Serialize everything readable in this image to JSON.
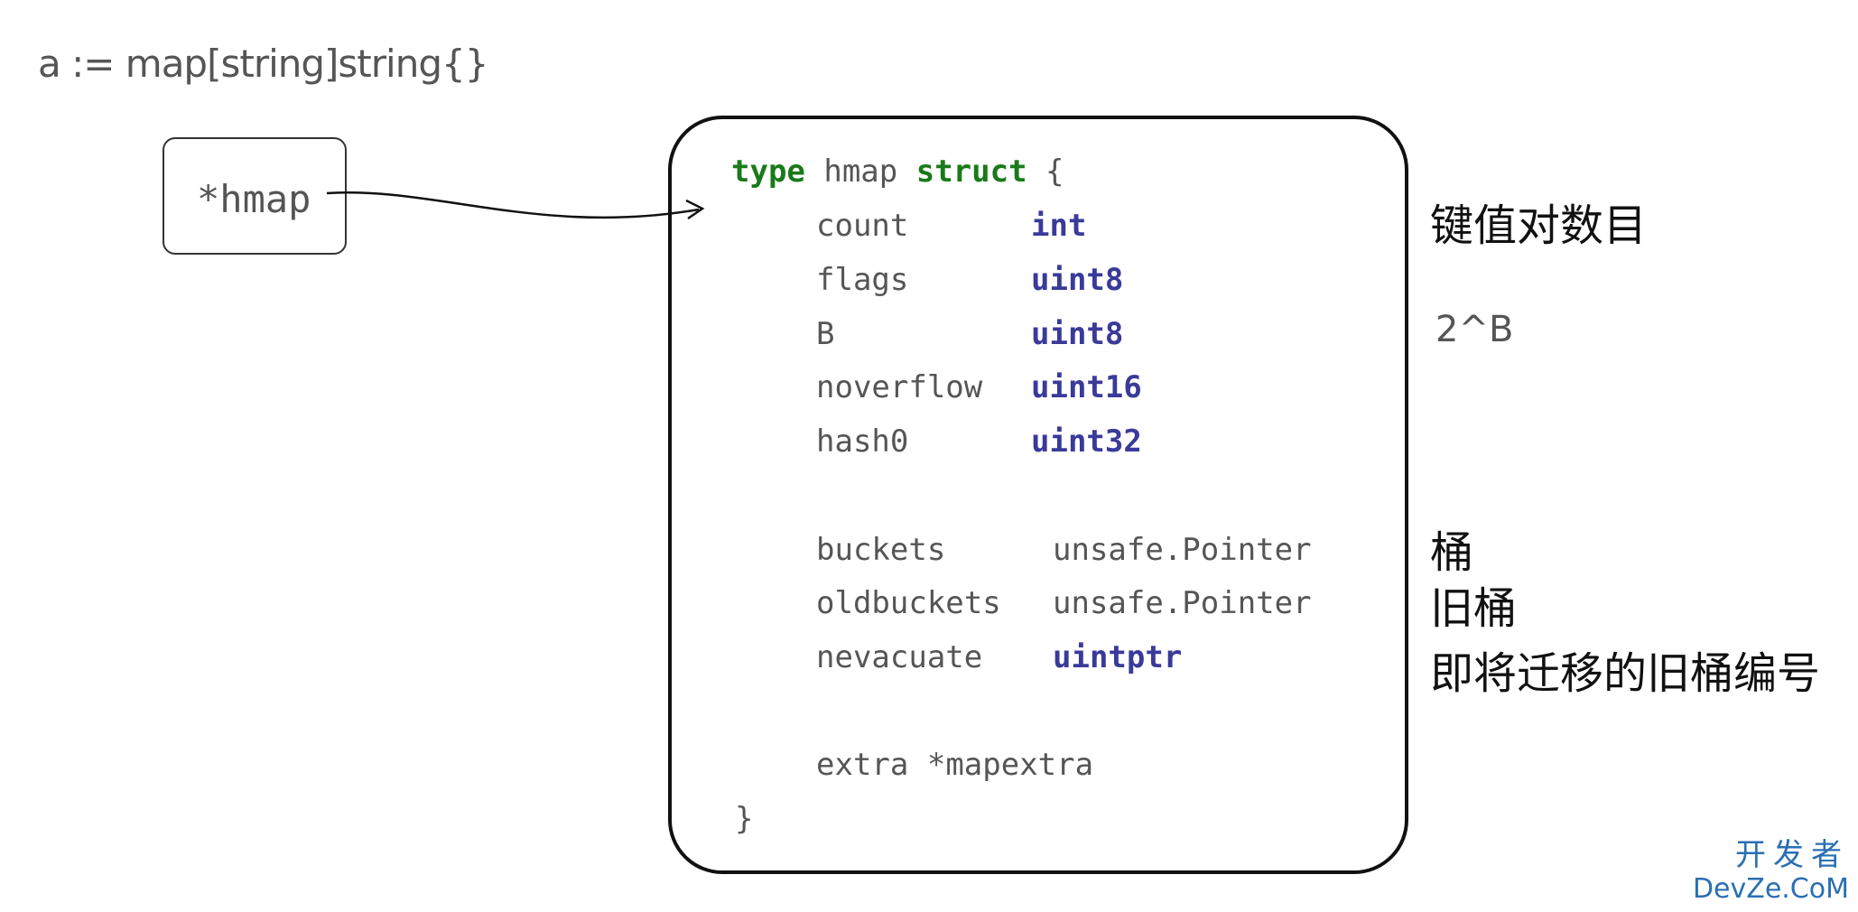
{
  "declaration": "a := map[string]string{}",
  "pointer_label": "*hmap",
  "struct": {
    "kw_type": "type",
    "name": " hmap ",
    "kw_struct": "struct",
    "open_brace": " {",
    "close_brace": "}",
    "fields": [
      {
        "name": "count",
        "type": "int"
      },
      {
        "name": "flags",
        "type": "uint8"
      },
      {
        "name": "B",
        "type": "uint8"
      },
      {
        "name": "noverflow",
        "type": "uint16"
      },
      {
        "name": "hash0",
        "type": "uint32"
      },
      {
        "name": "buckets",
        "type": "unsafe.Pointer"
      },
      {
        "name": "oldbuckets",
        "type": "unsafe.Pointer"
      },
      {
        "name": "nevacuate",
        "type": "uintptr"
      },
      {
        "name": "extra",
        "type": "*mapextra"
      }
    ]
  },
  "annotations": {
    "count": "键值对数目",
    "B": "2^B",
    "buckets": "桶",
    "oldbuckets": "旧桶",
    "nevacuate": "即将迁移的旧桶编号"
  },
  "watermark": {
    "top": "开发者",
    "bottom": "DevZe.CoM"
  },
  "colors": {
    "keyword_green": "#1a7a1a",
    "type_blue": "#3a3a9a",
    "code_gray": "#555555",
    "watermark_blue": "#2a6fb3"
  }
}
